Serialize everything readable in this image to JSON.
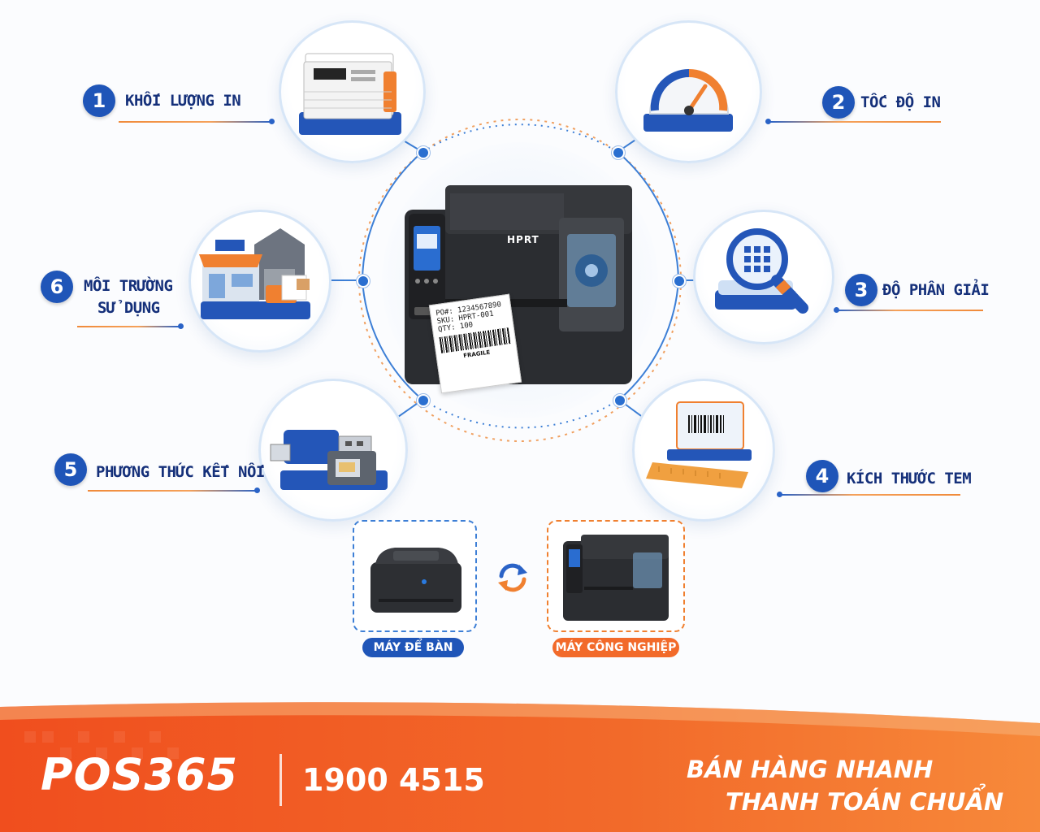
{
  "features": [
    {
      "number": "1",
      "label": "KHỐI LƯỢNG IN",
      "icon": "label-stack-icon"
    },
    {
      "number": "2",
      "label": "TỐC ĐỘ IN",
      "icon": "speedometer-icon"
    },
    {
      "number": "3",
      "label": "ĐỘ PHÂN GIẢI",
      "icon": "magnifier-grid-icon"
    },
    {
      "number": "4",
      "label": "KÍCH THƯỚC TEM",
      "icon": "barcode-label-ruler-icon"
    },
    {
      "number": "5",
      "label": "PHƯƠNG THỨC KẾT NỐI",
      "icon": "usb-ethernet-icon"
    },
    {
      "number": "6",
      "label_line1": "MÔI TRƯỜNG",
      "label_line2": "SỬ DỤNG",
      "icon": "store-warehouse-icon"
    }
  ],
  "center_printer": {
    "brand": "HPRT",
    "label_lines": [
      "PO#: 1234567890",
      "SKU: HPRT-001",
      "QTY: 100"
    ],
    "fragile": "FRAGILE"
  },
  "comparison": {
    "desktop_label": "MÁY ĐỂ BÀN",
    "industrial_label": "MÁY CÔNG NGHIỆP",
    "swap_icon": "swap-arrows-icon"
  },
  "footer": {
    "brand": "POS365",
    "phone": "1900 4515",
    "slogan_line1": "BÁN HÀNG NHANH",
    "slogan_line2": "THANH TOÁN CHUẨN"
  },
  "colors": {
    "primary_blue": "#1f55b8",
    "accent_orange": "#f26a2a",
    "label_navy": "#15307a"
  }
}
